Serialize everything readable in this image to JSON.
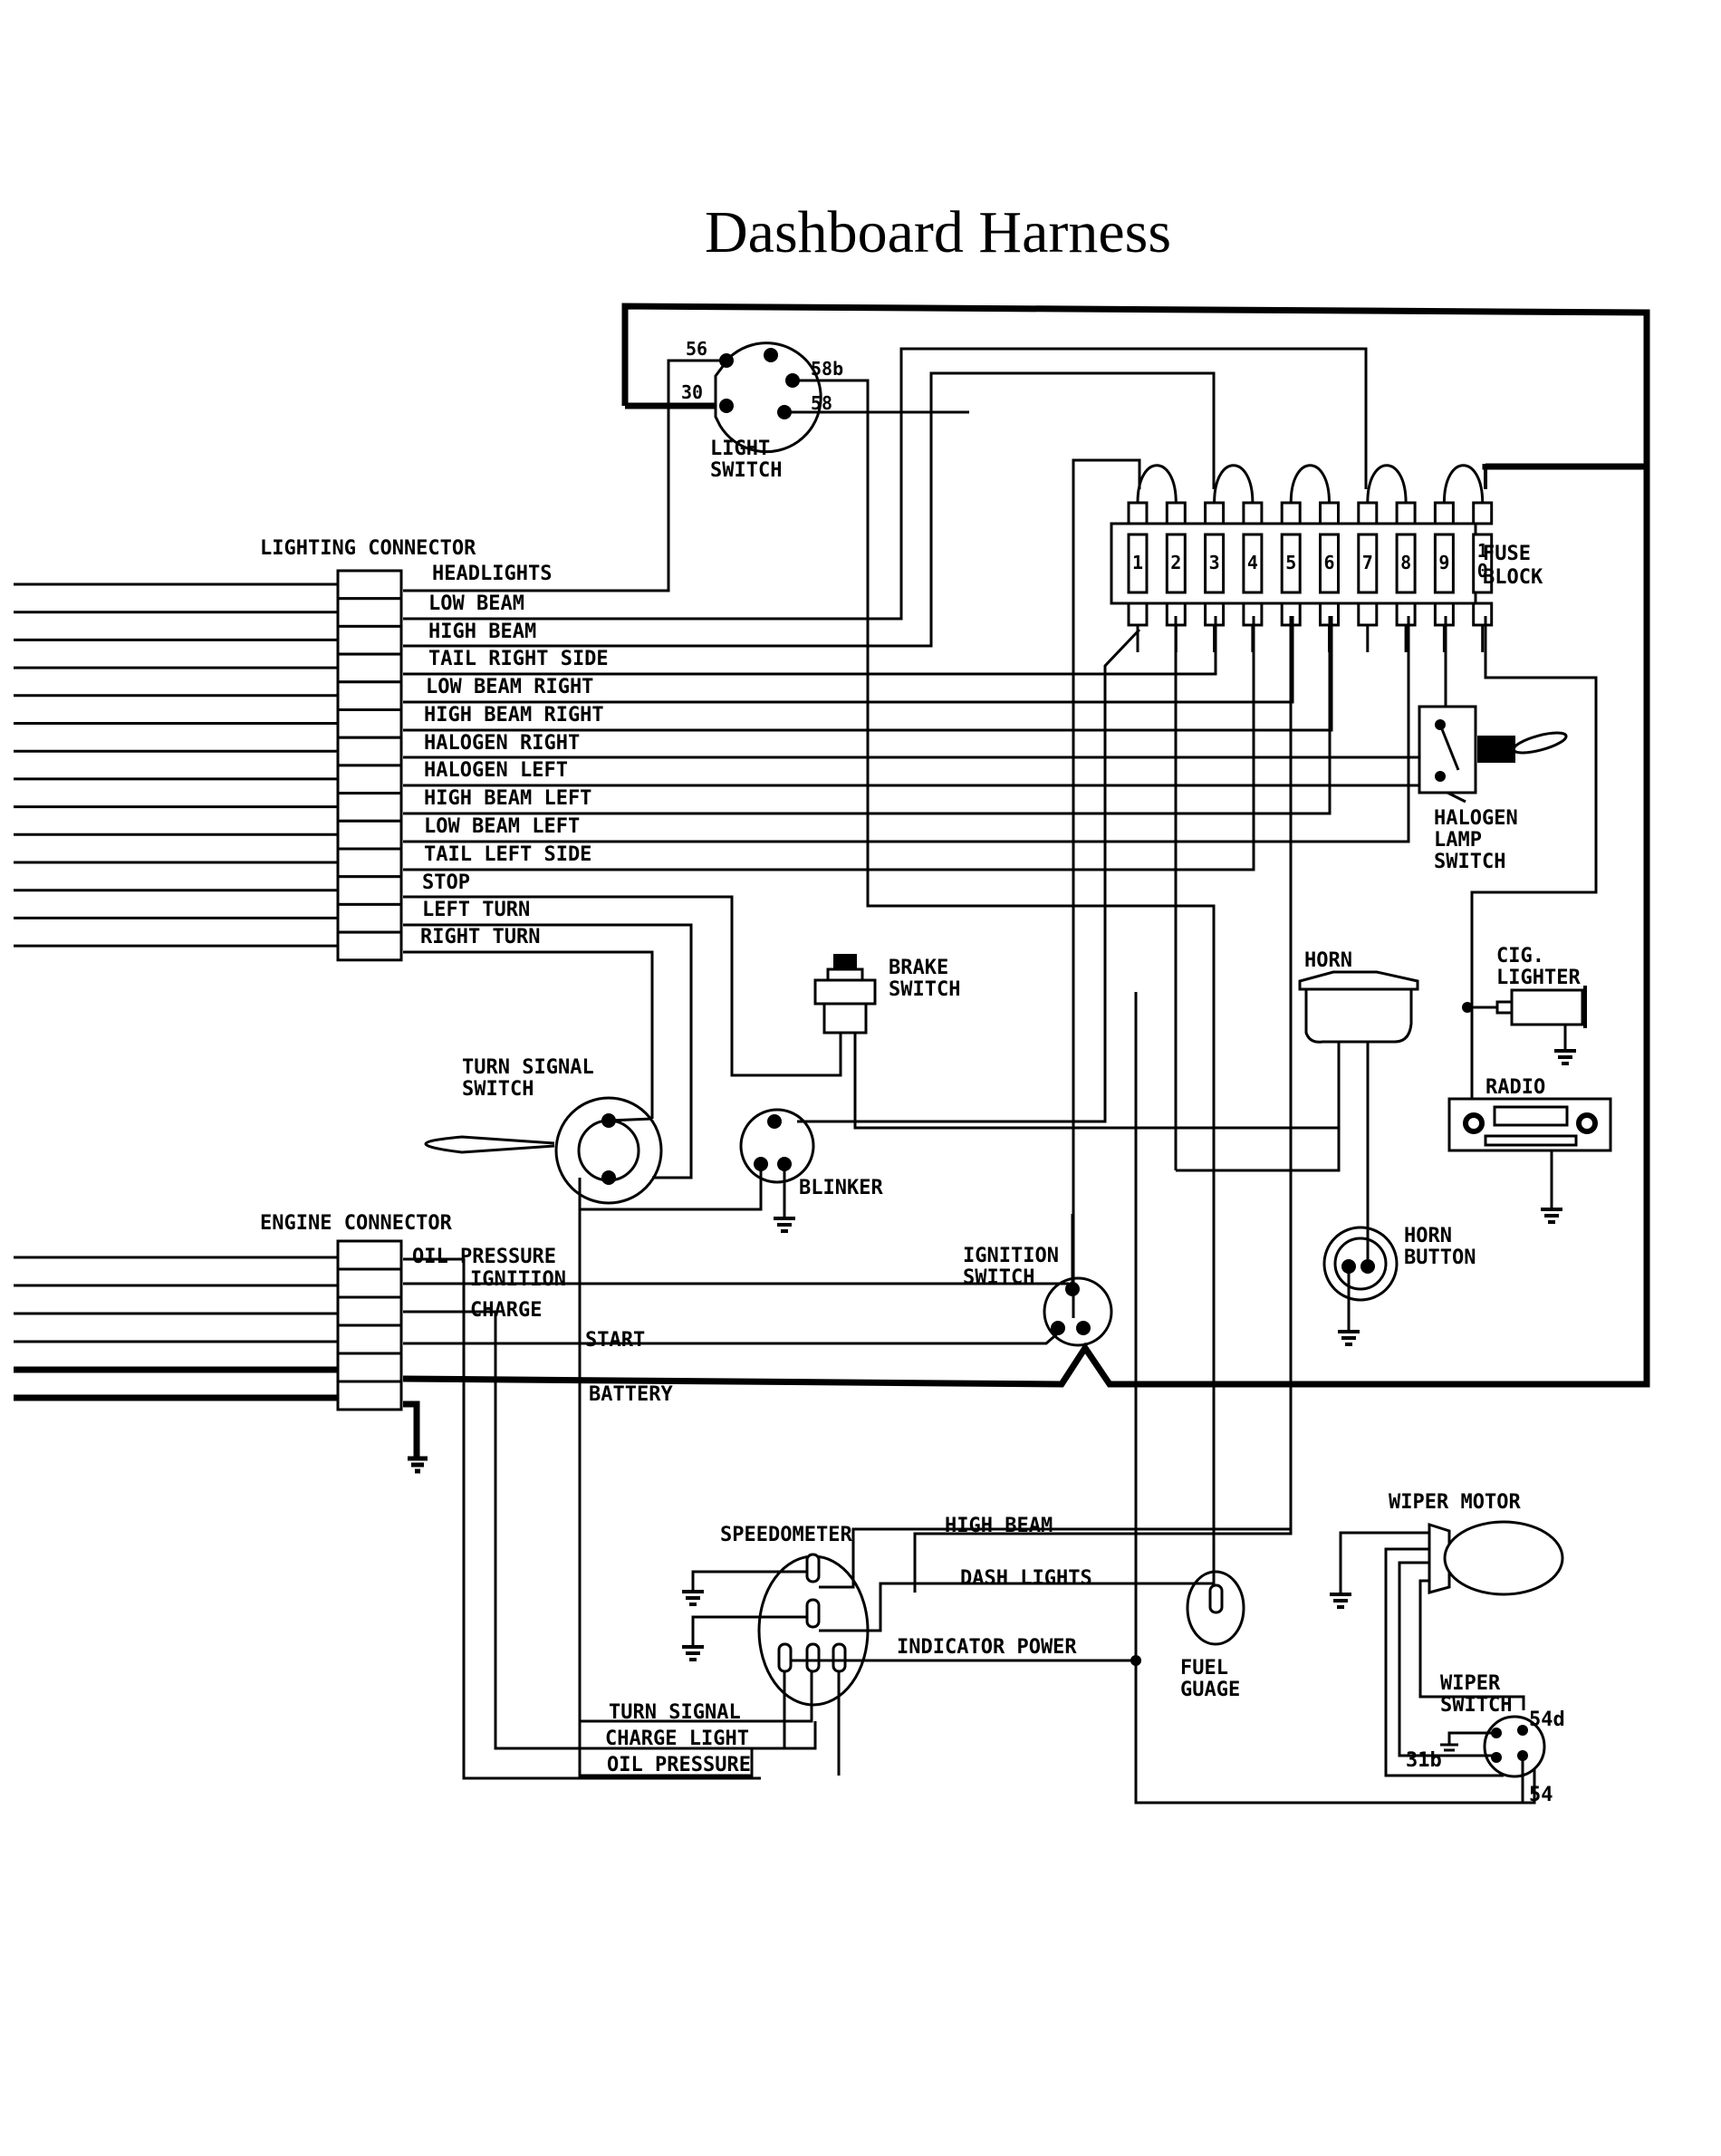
{
  "title": "Dashboard Harness",
  "lighting_connector": {
    "label": "LIGHTING CONNECTOR",
    "group_label": "HEADLIGHTS",
    "pins": [
      "LOW BEAM",
      "HIGH BEAM",
      "TAIL RIGHT SIDE",
      "LOW BEAM RIGHT",
      "HIGH BEAM RIGHT",
      "HALOGEN RIGHT",
      "HALOGEN LEFT",
      "HIGH BEAM LEFT",
      "LOW BEAM LEFT",
      "TAIL LEFT SIDE",
      "STOP",
      "LEFT TURN",
      "RIGHT TURN"
    ]
  },
  "engine_connector": {
    "label": "ENGINE CONNECTOR",
    "pins": [
      "OIL PRESSURE",
      "IGNITION",
      "CHARGE",
      "START",
      "BATTERY"
    ]
  },
  "light_switch": {
    "label_line1": "LIGHT",
    "label_line2": "SWITCH",
    "terminals": [
      "56",
      "30",
      "58b",
      "58"
    ]
  },
  "fuse_block": {
    "label_line1": "FUSE",
    "label_line2": "BLOCK",
    "fuses": [
      "1",
      "2",
      "3",
      "4",
      "5",
      "6",
      "7",
      "8",
      "9",
      "1\n0"
    ],
    "fuse_digits": [
      [
        "1"
      ],
      [
        "2"
      ],
      [
        "3"
      ],
      [
        "4"
      ],
      [
        "5"
      ],
      [
        "6"
      ],
      [
        "7"
      ],
      [
        "8"
      ],
      [
        "9"
      ],
      [
        "1",
        "0"
      ]
    ]
  },
  "components": {
    "halogen_switch": {
      "line1": "HALOGEN",
      "line2": "LAMP",
      "line3": "SWITCH"
    },
    "brake_switch": {
      "line1": "BRAKE",
      "line2": "SWITCH"
    },
    "turn_signal_switch": {
      "line1": "TURN SIGNAL",
      "line2": "SWITCH"
    },
    "blinker": {
      "label": "BLINKER"
    },
    "horn": {
      "label": "HORN"
    },
    "horn_button": {
      "line1": "HORN",
      "line2": "BUTTON"
    },
    "cig_lighter": {
      "line1": "CIG.",
      "line2": "LIGHTER"
    },
    "radio": {
      "label": "RADIO"
    },
    "ignition_switch": {
      "line1": "IGNITION",
      "line2": "SWITCH"
    },
    "speedometer": {
      "label": "SPEEDOMETER"
    },
    "fuel_gauge": {
      "line1": "FUEL",
      "line2": "GUAGE"
    },
    "wiper_motor": {
      "label": "WIPER MOTOR"
    },
    "wiper_switch": {
      "line1": "WIPER",
      "line2": "SWITCH",
      "terminals": [
        "54d",
        "31b",
        "54"
      ]
    }
  },
  "wire_labels": {
    "start": "START",
    "battery": "BATTERY",
    "high_beam": "HIGH BEAM",
    "dash_lights": "DASH LIGHTS",
    "indicator_power": "INDICATOR POWER",
    "turn_signal": "TURN SIGNAL",
    "charge_light": "CHARGE LIGHT",
    "oil_pressure": "OIL PRESSURE"
  }
}
